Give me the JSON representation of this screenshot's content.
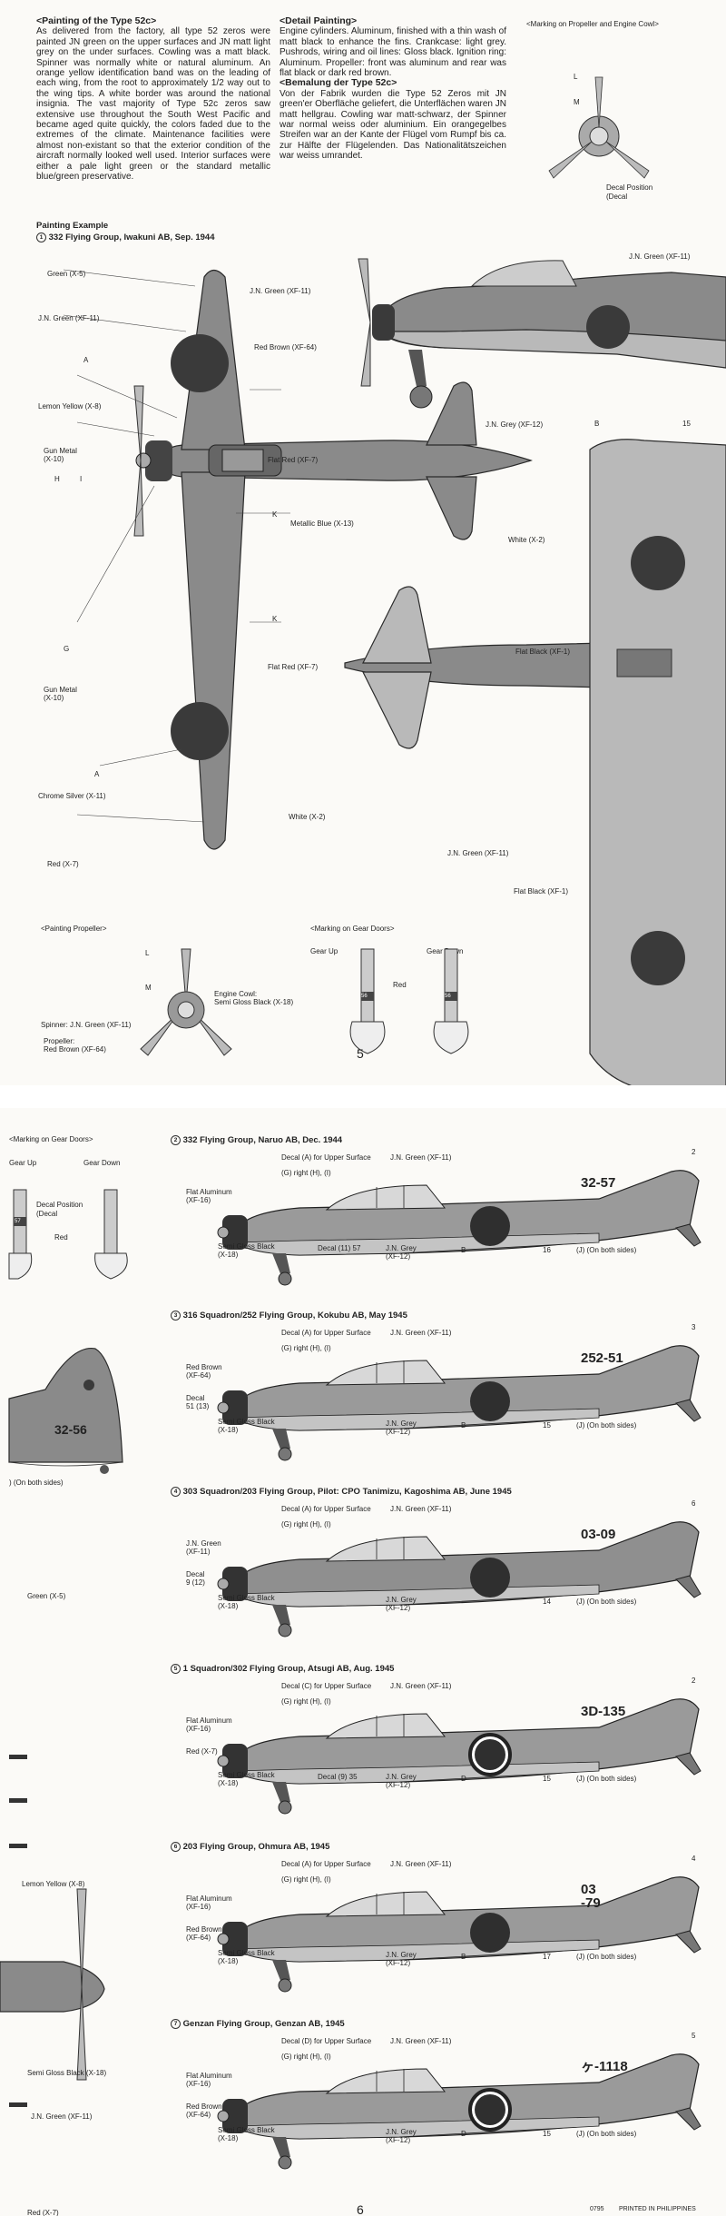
{
  "page5": {
    "painting_heading": "<Painting of the Type 52c>",
    "painting_text": "As delivered from the factory, all type 52 zeros were painted JN green on the upper surfaces and JN matt light grey on the under surfaces. Cowling was a matt black. Spinner was normally white or natural aluminum. An orange yellow identification band was on the leading of each wing, from the root to approximately 1/2 way out to the wing tips. A white border was around the national insignia. The vast majority of Type 52c zeros saw extensive use throughout the South West Pacific and became aged quite quickly, the colors faded due to the extremes of the climate. Maintenance facilities were almost non-existant so that the exterior condition of the aircraft normally looked well used. Interior surfaces were either a pale light green or the standard metallic blue/green preservative.",
    "detail_heading": "<Detail Painting>",
    "detail_text": "Engine cylinders. Aluminum, finished with a thin wash of matt black to enhance the fins. Crankcase: light grey. Pushrods, wiring and oil lines: Gloss black. Ignition ring: Aluminum. Propeller: front was aluminum and rear was flat black or dark red brown.",
    "bemalung_heading": "<Bemalung der Type 52c>",
    "bemalung_text": "Von der Fabrik wurden die Type 52 Zeros mit JN green'er Oberfläche geliefert, die Unterflächen waren JN matt hellgrau. Cowling war matt-schwarz, der Spinner war normal weiss oder aluminium. Ein orangegelbes Streifen war an der Kante der Flügel vom Rumpf bis ca. zur Hälfte der Flügelenden. Das Nationalitätszeichen war weiss umrandet.",
    "marking_prop_cowl": "<Marking on Propeller and Engine Cowl>",
    "decal_position": "Decal Position",
    "decal_position_sub": "(Decal",
    "decal_l": "L",
    "decal_m": "M",
    "painting_example": "Painting Example",
    "example1_title": "332 Flying Group, Iwakuni AB, Sep. 1944",
    "example1_num": "1",
    "labels": {
      "green_x5": "Green (X-5)",
      "jn_green_xf11": "J.N. Green (XF-11)",
      "lemon_yellow": "Lemon Yellow (X-8)",
      "gun_metal_1": "Gun Metal\n(X-10)",
      "gun_metal_2": "Gun Metal\n(X-10)",
      "chrome_silver": "Chrome Silver (X-11)",
      "red_x7": "Red (X-7)",
      "flat_red_1": "Flat Red (XF-7)",
      "flat_red_2": "Flat Red (XF-7)",
      "metallic_blue": "Metallic Blue (X-13)",
      "white_x2_1": "White (X-2)",
      "white_x2_2": "White (X-2)",
      "jn_green_side": "J.N. Green (XF-11)",
      "jn_green_top": "J.N. Green (XF-11)",
      "red_brown": "Red Brown (XF-64)",
      "jn_grey": "J.N. Grey (XF-12)",
      "flat_black_1": "Flat Black (XF-1)",
      "flat_black_2": "Flat Black (XF-1)",
      "jn_green_under": "J.N. Green (XF-11)"
    },
    "callouts": {
      "a": "A",
      "b": "B",
      "g": "G",
      "h": "H",
      "i": "I",
      "k": "K",
      "n15": "15"
    },
    "painting_propeller": "<Painting Propeller>",
    "marking_gear_doors": "<Marking on Gear Doors>",
    "gear_up": "Gear Up",
    "gear_down": "Gear Down",
    "red": "Red",
    "engine_cowl": "Engine Cowl:\nSemi Gloss Black (X-18)",
    "spinner": "Spinner: J.N. Green (XF-11)",
    "propeller": "Propeller:\nRed Brown (XF-64)",
    "door_code": "56",
    "page_number": "5"
  },
  "page6": {
    "marking_gear_doors": "<Marking on Gear Doors>",
    "gear_up": "Gear Up",
    "gear_down": "Gear Down",
    "decal_position": "Decal Position",
    "decal_position_sub": "(Decal",
    "red": "Red",
    "door_code": "57",
    "tail_code_left": "32-56",
    "on_both_sides_left": ") (On both sides)",
    "left_labels": {
      "green": "Green (X-5)",
      "lemon": "Lemon Yellow (X-8)",
      "semi_gloss": "Semi Gloss Black (X-18)",
      "jn_green": "J.N. Green (XF-11)",
      "red": "Red (X-7)"
    },
    "examples": [
      {
        "num": "2",
        "title": "332 Flying Group, Naruo AB, Dec. 1944",
        "code": "32-57",
        "decal_upper": "Decal (A) for Upper Surface",
        "jn_green": "J.N. Green (XF-11)",
        "gh": "(G) right (H), (I)",
        "left1": "Flat Aluminum\n(XF-16)",
        "left2": "",
        "semi": "Semi Gloss Black\n(X-18)",
        "decal_low": "Decal (11) 57",
        "grey": "J.N. Grey\n(XF-12)",
        "b": "B",
        "n": "16",
        "both": "(J) (On both sides)",
        "tag": "2"
      },
      {
        "num": "3",
        "title": "316 Squadron/252 Flying Group, Kokubu AB, May 1945",
        "code": "252-51",
        "decal_upper": "Decal (A) for Upper Surface",
        "jn_green": "J.N. Green (XF-11)",
        "gh": "(G) right (H), (I)",
        "left1": "Red Brown\n(XF-64)",
        "left2": "Decal\n51 (13)",
        "semi": "Semi Gloss Black\n(X-18)",
        "decal_low": "",
        "grey": "J.N. Grey\n(XF-12)",
        "b": "B",
        "n": "15",
        "both": "(J) (On both sides)",
        "tag": "3"
      },
      {
        "num": "4",
        "title": "303 Squadron/203 Flying Group, Pilot: CPO Tanimizu, Kagoshima AB, June 1945",
        "code": "03-09",
        "decal_upper": "Decal (A) for Upper Surface",
        "jn_green": "J.N. Green (XF-11)",
        "gh": "(G) right (H), (I)",
        "left1": "J.N. Green\n(XF-11)",
        "left2": "Decal\n9 (12)",
        "semi": "Semi Gloss Black\n(X-18)",
        "decal_low": "",
        "grey": "J.N. Grey\n(XF-12)",
        "b": "",
        "n": "14",
        "both": "(J) (On both sides)",
        "tag": "6"
      },
      {
        "num": "5",
        "title": "1 Squadron/302 Flying Group, Atsugi AB, Aug. 1945",
        "code": "3D-135",
        "decal_upper": "Decal (C) for Upper Surface",
        "jn_green": "J.N. Green (XF-11)",
        "gh": "(G) right (H), (I)",
        "left1": "Flat Aluminum\n(XF-16)",
        "left2": "Red (X-7)",
        "semi": "Semi Gloss Black\n(X-18)",
        "decal_low": "Decal (9) 35",
        "grey": "J.N. Grey\n(XF-12)",
        "b": "D",
        "n": "15",
        "both": "(J) (On both sides)",
        "tag": "2"
      },
      {
        "num": "6",
        "title": "203 Flying Group, Ohmura AB, 1945",
        "code": "03\n-79",
        "decal_upper": "Decal (A) for Upper Surface",
        "jn_green": "J.N. Green (XF-11)",
        "gh": "(G) right (H), (I)",
        "left1": "Flat Aluminum\n(XF-16)",
        "left2": "Red Brown\n(XF-64)",
        "semi": "Semi Gloss Black\n(X-18)",
        "decal_low": "",
        "grey": "J.N. Grey\n(XF-12)",
        "b": "B",
        "n": "17",
        "both": "(J) (On both sides)",
        "tag": "4"
      },
      {
        "num": "7",
        "title": "Genzan Flying Group, Genzan AB, 1945",
        "code": "ヶ-1118",
        "decal_upper": "Decal (D) for Upper Surface",
        "jn_green": "J.N. Green (XF-11)",
        "gh": "(G) right (H), (I)",
        "left1": "Flat Aluminum\n(XF-16)",
        "left2": "Red Brown\n(XF-64)",
        "semi": "Semi Gloss Black\n(X-18)",
        "decal_low": "",
        "grey": "J.N. Grey\n(XF-12)",
        "b": "D",
        "n": "15",
        "both": "(J) (On both sides)",
        "tag": "5"
      }
    ],
    "footer_code": "0795",
    "footer_print": "PRINTED IN PHILIPPINES",
    "page_number": "6"
  }
}
